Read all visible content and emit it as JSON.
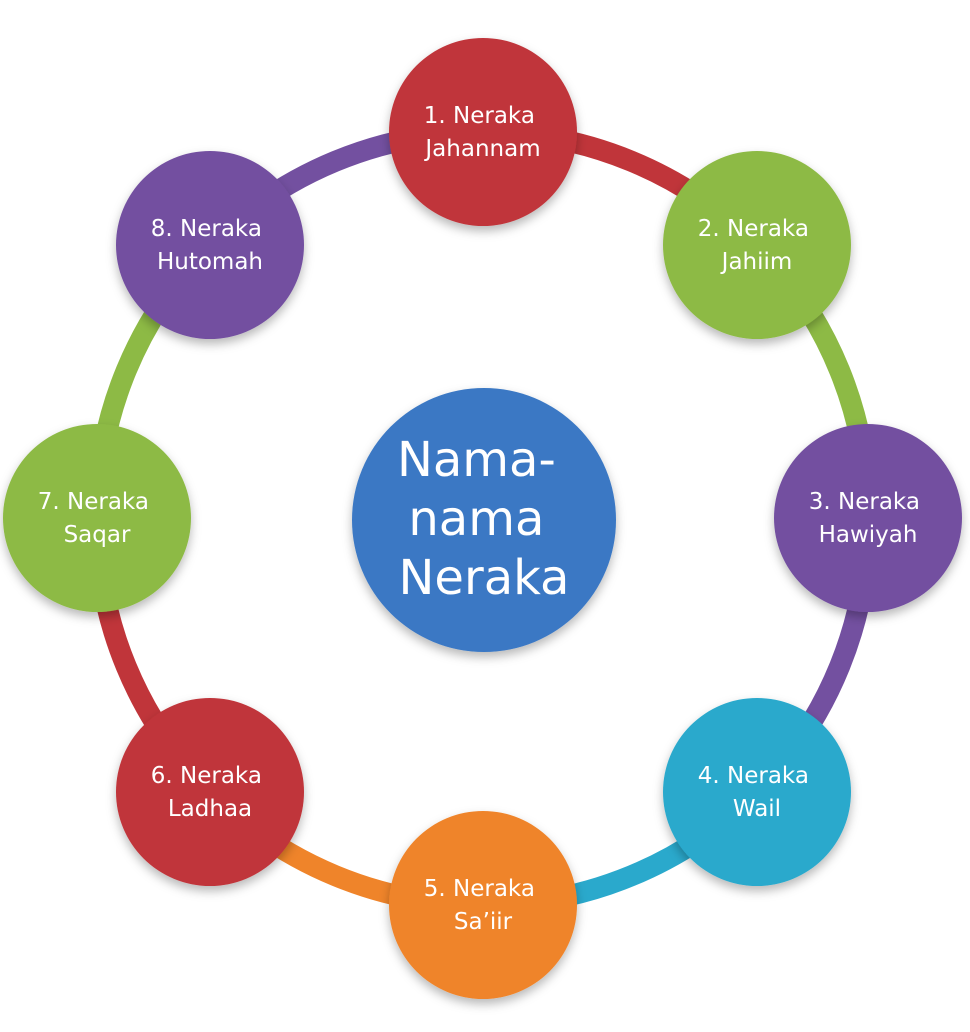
{
  "center": {
    "lines": [
      "Nama-",
      "nama",
      "Neraka"
    ],
    "color": "#3a78c4"
  },
  "nodes": [
    {
      "lines": [
        "1. Neraka",
        "Jahannam"
      ],
      "color": "#c0353a"
    },
    {
      "lines": [
        "2. Neraka",
        "Jahiim"
      ],
      "color": "#8dba45"
    },
    {
      "lines": [
        "3. Neraka",
        "Hawiyah"
      ],
      "color": "#7350a0"
    },
    {
      "lines": [
        "4. Neraka",
        "Wail"
      ],
      "color": "#2aa9cc"
    },
    {
      "lines": [
        "5. Neraka",
        "Sa’iir"
      ],
      "color": "#ef842a"
    },
    {
      "lines": [
        "6. Neraka",
        "Ladhaa"
      ],
      "color": "#c0353a"
    },
    {
      "lines": [
        "7. Neraka",
        "Saqar"
      ],
      "color": "#8dba45"
    },
    {
      "lines": [
        "8. Neraka",
        "Hutomah"
      ],
      "color": "#7350a0"
    }
  ]
}
